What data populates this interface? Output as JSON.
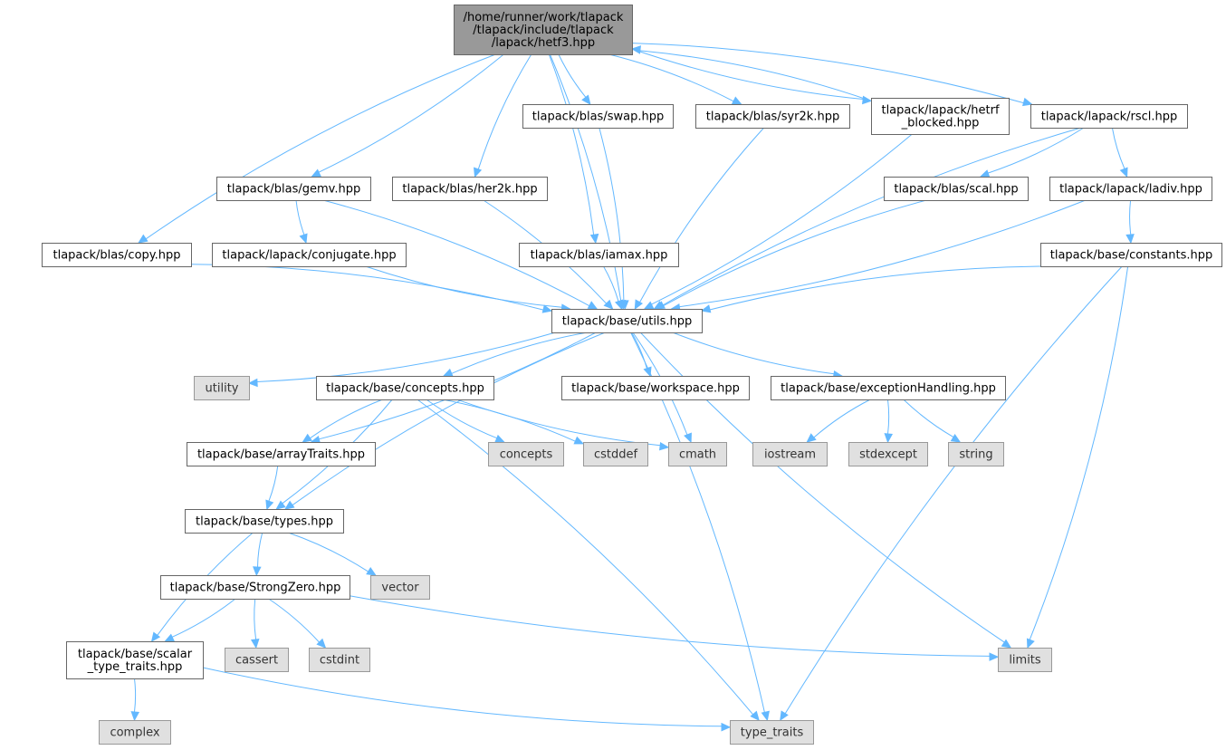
{
  "colors": {
    "edge": "#63b8ff",
    "root_fill": "#999999",
    "std_fill": "#e0e0e0",
    "node_border": "#666666",
    "std_border": "#999999"
  },
  "nodes": [
    {
      "id": "hetf3",
      "kind": "root",
      "lines": [
        "/home/runner/work/tlapack",
        "/tlapack/include/tlapack",
        "/lapack/hetf3.hpp"
      ]
    },
    {
      "id": "swap",
      "kind": "local",
      "lines": [
        "tlapack/blas/swap.hpp"
      ]
    },
    {
      "id": "syr2k",
      "kind": "local",
      "lines": [
        "tlapack/blas/syr2k.hpp"
      ]
    },
    {
      "id": "hetrf",
      "kind": "local",
      "lines": [
        "tlapack/lapack/hetrf",
        "_blocked.hpp"
      ]
    },
    {
      "id": "rscl",
      "kind": "local",
      "lines": [
        "tlapack/lapack/rscl.hpp"
      ]
    },
    {
      "id": "gemv",
      "kind": "local",
      "lines": [
        "tlapack/blas/gemv.hpp"
      ]
    },
    {
      "id": "her2k",
      "kind": "local",
      "lines": [
        "tlapack/blas/her2k.hpp"
      ]
    },
    {
      "id": "scal",
      "kind": "local",
      "lines": [
        "tlapack/blas/scal.hpp"
      ]
    },
    {
      "id": "ladiv",
      "kind": "local",
      "lines": [
        "tlapack/lapack/ladiv.hpp"
      ]
    },
    {
      "id": "copy",
      "kind": "local",
      "lines": [
        "tlapack/blas/copy.hpp"
      ]
    },
    {
      "id": "conjugate",
      "kind": "local",
      "lines": [
        "tlapack/lapack/conjugate.hpp"
      ]
    },
    {
      "id": "iamax",
      "kind": "local",
      "lines": [
        "tlapack/blas/iamax.hpp"
      ]
    },
    {
      "id": "constants",
      "kind": "local",
      "lines": [
        "tlapack/base/constants.hpp"
      ]
    },
    {
      "id": "utils",
      "kind": "local",
      "lines": [
        "tlapack/base/utils.hpp"
      ]
    },
    {
      "id": "utility",
      "kind": "std",
      "lines": [
        "utility"
      ]
    },
    {
      "id": "concepts_hpp",
      "kind": "local",
      "lines": [
        "tlapack/base/concepts.hpp"
      ]
    },
    {
      "id": "workspace",
      "kind": "local",
      "lines": [
        "tlapack/base/workspace.hpp"
      ]
    },
    {
      "id": "exception",
      "kind": "local",
      "lines": [
        "tlapack/base/exceptionHandling.hpp"
      ]
    },
    {
      "id": "arraytraits",
      "kind": "local",
      "lines": [
        "tlapack/base/arrayTraits.hpp"
      ]
    },
    {
      "id": "concepts",
      "kind": "std",
      "lines": [
        "concepts"
      ]
    },
    {
      "id": "cstddef",
      "kind": "std",
      "lines": [
        "cstddef"
      ]
    },
    {
      "id": "cmath",
      "kind": "std",
      "lines": [
        "cmath"
      ]
    },
    {
      "id": "iostream",
      "kind": "std",
      "lines": [
        "iostream"
      ]
    },
    {
      "id": "stdexcept",
      "kind": "std",
      "lines": [
        "stdexcept"
      ]
    },
    {
      "id": "string",
      "kind": "std",
      "lines": [
        "string"
      ]
    },
    {
      "id": "types",
      "kind": "local",
      "lines": [
        "tlapack/base/types.hpp"
      ]
    },
    {
      "id": "vector",
      "kind": "std",
      "lines": [
        "vector"
      ]
    },
    {
      "id": "strongzero",
      "kind": "local",
      "lines": [
        "tlapack/base/StrongZero.hpp"
      ]
    },
    {
      "id": "scalartraits",
      "kind": "local",
      "lines": [
        "tlapack/base/scalar",
        "_type_traits.hpp"
      ]
    },
    {
      "id": "cassert",
      "kind": "std",
      "lines": [
        "cassert"
      ]
    },
    {
      "id": "cstdint",
      "kind": "std",
      "lines": [
        "cstdint"
      ]
    },
    {
      "id": "limits",
      "kind": "std",
      "lines": [
        "limits"
      ]
    },
    {
      "id": "complex",
      "kind": "std",
      "lines": [
        "complex"
      ]
    },
    {
      "id": "type_traits",
      "kind": "std",
      "lines": [
        "type_traits"
      ]
    }
  ],
  "edges": [
    [
      "hetf3",
      "utils"
    ],
    [
      "hetf3",
      "copy"
    ],
    [
      "hetf3",
      "gemv"
    ],
    [
      "hetf3",
      "her2k"
    ],
    [
      "hetf3",
      "iamax"
    ],
    [
      "hetf3",
      "swap"
    ],
    [
      "hetf3",
      "syr2k"
    ],
    [
      "hetf3",
      "hetrf"
    ],
    [
      "hetf3",
      "rscl"
    ],
    [
      "hetrf",
      "hetf3"
    ],
    [
      "swap",
      "utils"
    ],
    [
      "syr2k",
      "utils"
    ],
    [
      "hetrf",
      "utils"
    ],
    [
      "rscl",
      "utils"
    ],
    [
      "rscl",
      "scal"
    ],
    [
      "rscl",
      "ladiv"
    ],
    [
      "gemv",
      "utils"
    ],
    [
      "gemv",
      "conjugate"
    ],
    [
      "her2k",
      "utils"
    ],
    [
      "scal",
      "utils"
    ],
    [
      "ladiv",
      "utils"
    ],
    [
      "ladiv",
      "constants"
    ],
    [
      "copy",
      "utils"
    ],
    [
      "conjugate",
      "utils"
    ],
    [
      "iamax",
      "utils"
    ],
    [
      "constants",
      "utils"
    ],
    [
      "constants",
      "limits"
    ],
    [
      "constants",
      "type_traits"
    ],
    [
      "utils",
      "utility"
    ],
    [
      "utils",
      "concepts_hpp"
    ],
    [
      "utils",
      "workspace"
    ],
    [
      "utils",
      "exception"
    ],
    [
      "utils",
      "arraytraits"
    ],
    [
      "utils",
      "types"
    ],
    [
      "utils",
      "cmath"
    ],
    [
      "utils",
      "limits"
    ],
    [
      "utils",
      "type_traits"
    ],
    [
      "concepts_hpp",
      "arraytraits"
    ],
    [
      "concepts_hpp",
      "types"
    ],
    [
      "concepts_hpp",
      "concepts"
    ],
    [
      "concepts_hpp",
      "cstddef"
    ],
    [
      "concepts_hpp",
      "cmath"
    ],
    [
      "concepts_hpp",
      "type_traits"
    ],
    [
      "exception",
      "iostream"
    ],
    [
      "exception",
      "stdexcept"
    ],
    [
      "exception",
      "string"
    ],
    [
      "arraytraits",
      "types"
    ],
    [
      "types",
      "strongzero"
    ],
    [
      "types",
      "vector"
    ],
    [
      "types",
      "scalartraits"
    ],
    [
      "strongzero",
      "scalartraits"
    ],
    [
      "strongzero",
      "cassert"
    ],
    [
      "strongzero",
      "cstdint"
    ],
    [
      "strongzero",
      "limits"
    ],
    [
      "scalartraits",
      "complex"
    ],
    [
      "scalartraits",
      "type_traits"
    ]
  ]
}
